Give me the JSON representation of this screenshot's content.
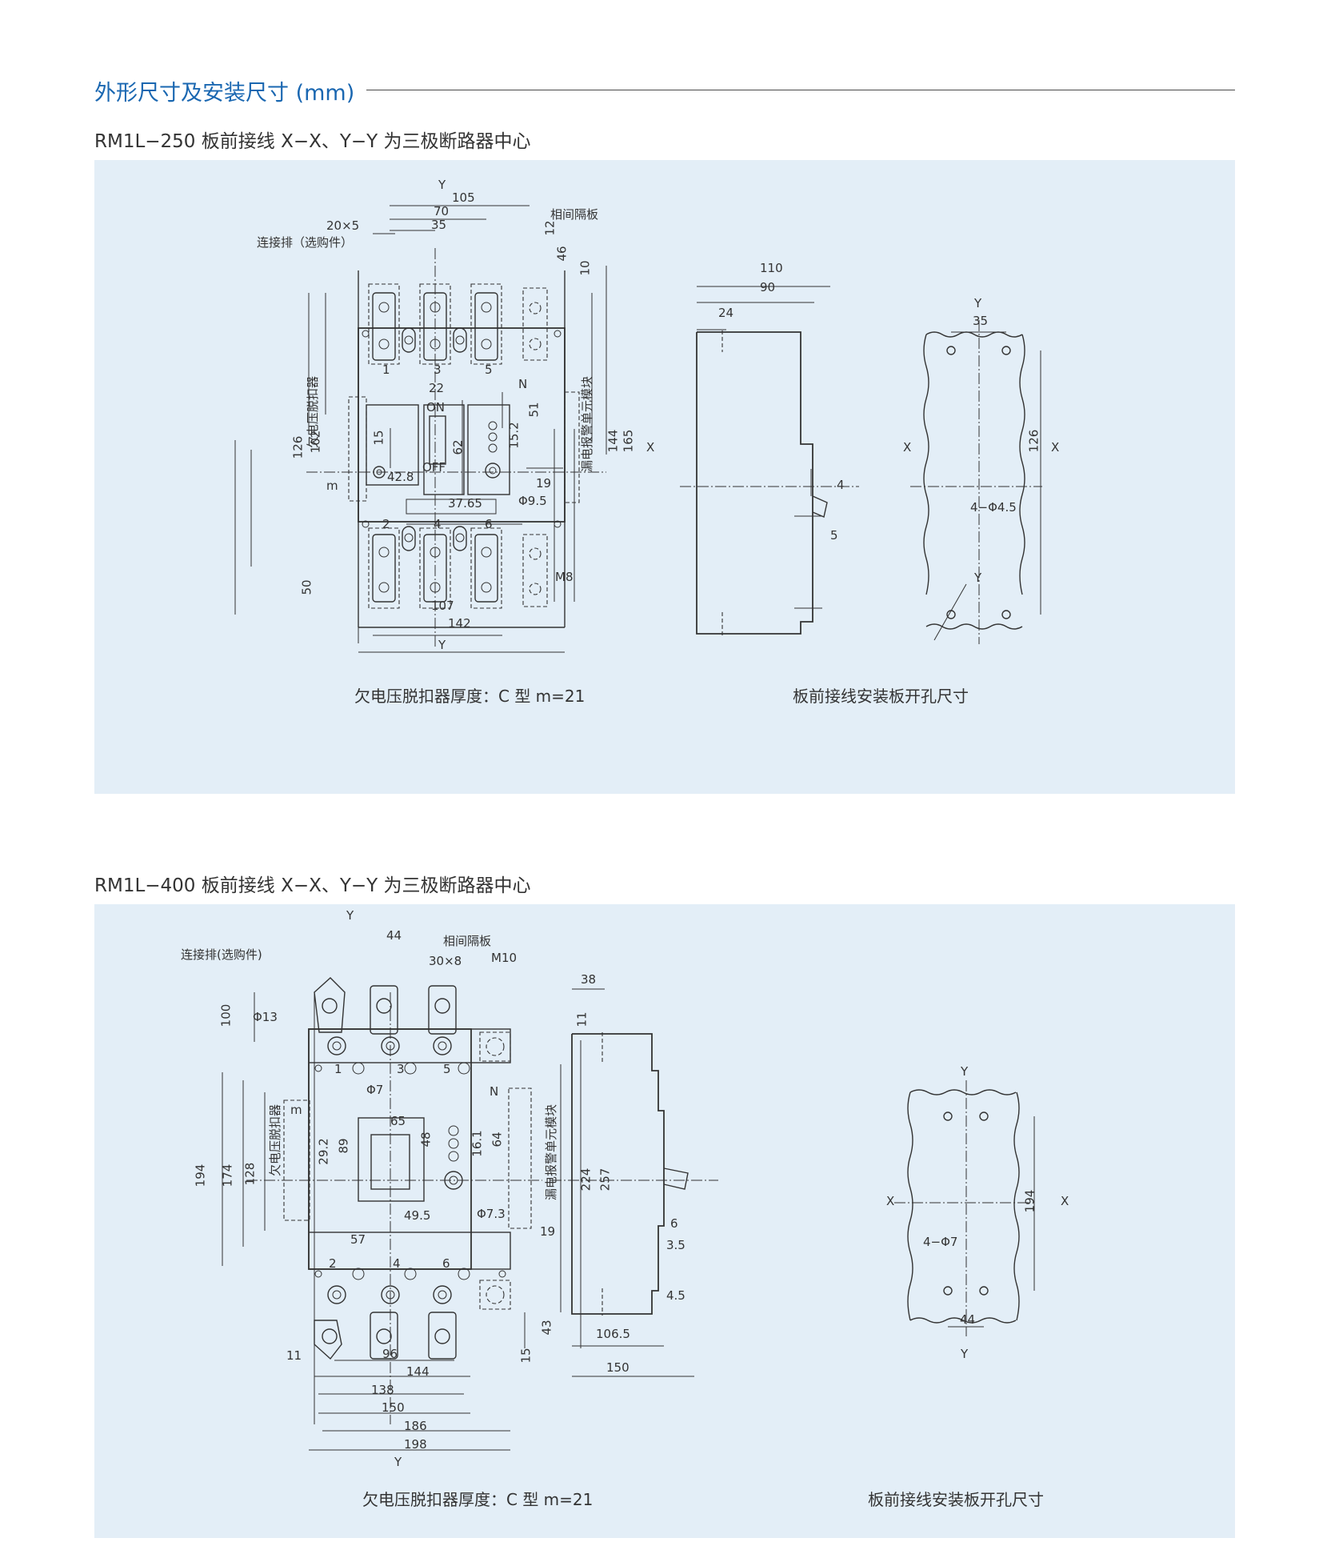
{
  "header": {
    "title": "外形尺寸及安装尺寸 (mm)"
  },
  "section1": {
    "subtitle": "RM1L−250 板前接线  X−X、Y−Y 为三极断路器中心",
    "caption_left": "欠电压脱扣器厚度：C 型 m=21",
    "caption_right": "板前接线安装板开孔尺寸",
    "labels": {
      "connector": "连接排（选购件）",
      "phase_barrier": "相间隔板",
      "undervoltage": "欠电压脱扣器",
      "leakage": "漏电报警单元模块",
      "on": "ON",
      "off": "OFF",
      "n": "N",
      "m": "m",
      "x": "X",
      "y": "Y",
      "pole_1": "1",
      "pole_3": "3",
      "pole_5": "5",
      "pole_2": "2",
      "pole_4": "4",
      "pole_6": "6"
    },
    "dims": {
      "d105": "105",
      "d70": "70",
      "d35": "35",
      "d20x5": "20×5",
      "d12": "12",
      "d46": "46",
      "d10": "10",
      "d22": "22",
      "d51": "51",
      "d15_2": "15.2",
      "d15": "15",
      "d62": "62",
      "d42_8": "42.8",
      "d37_65": "37.65",
      "phi9_5": "Φ9.5",
      "d19": "19",
      "d126": "126",
      "d102": "102",
      "d144": "144",
      "d165": "165",
      "d50": "50",
      "d107": "107",
      "d142": "142",
      "m8": "M8",
      "s110": "110",
      "s90": "90",
      "s24": "24",
      "s4": "4",
      "s5": "5",
      "h35": "35",
      "h126": "126",
      "h4phi": "4−Φ4.5"
    }
  },
  "section2": {
    "subtitle": "RM1L−400 板前接线   X−X、Y−Y 为三极断路器中心",
    "caption_left": "欠电压脱扣器厚度：C 型 m=21",
    "caption_right": "板前接线安装板开孔尺寸",
    "labels": {
      "connector": "连接排(选购件)",
      "phase_barrier": "相间隔板",
      "undervoltage": "欠电压脱扣器",
      "leakage": "漏电报警单元模块",
      "n": "N",
      "m": "m",
      "x": "X",
      "y": "Y",
      "pole_1": "1",
      "pole_3": "3",
      "pole_5": "5",
      "pole_2": "2",
      "pole_4": "4",
      "pole_6": "6"
    },
    "dims": {
      "d44": "44",
      "d30x8": "30×8",
      "m10": "M10",
      "d100": "100",
      "phi13": "Φ13",
      "d11": "11",
      "phi7": "Φ7",
      "d65": "65",
      "d48": "48",
      "d16_1": "16.1",
      "d64": "64",
      "d29_2": "29.2",
      "d89": "89",
      "d49_5": "49.5",
      "phi7_3": "Φ7.3",
      "d57": "57",
      "d19": "19",
      "d194": "194",
      "d174": "174",
      "d128": "128",
      "d224": "224",
      "d257": "257",
      "d43": "43",
      "d15": "15",
      "d11b": "11",
      "d96": "96",
      "d144": "144",
      "d138": "138",
      "d150": "150",
      "d186": "186",
      "d198": "198",
      "s38": "38",
      "s6": "6",
      "s3_5": "3.5",
      "s4_5": "4.5",
      "s106_5": "106.5",
      "s150": "150",
      "h194": "194",
      "h4phi": "4−Φ7",
      "h44": "44"
    }
  }
}
